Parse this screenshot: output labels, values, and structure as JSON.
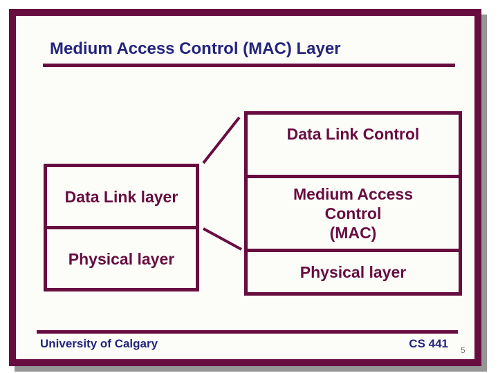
{
  "slide": {
    "title": "Medium Access Control (MAC) Layer",
    "diagram": {
      "left_box": {
        "sections": [
          "Data Link layer",
          "Physical layer"
        ]
      },
      "right_box": {
        "top_section": "Data Link Control",
        "middle_section_lines": [
          "Medium Access",
          "Control",
          "(MAC)"
        ],
        "bottom_section": "Physical layer"
      }
    },
    "footer": {
      "institution": "University of Calgary",
      "course": "CS 441",
      "page_number": "5"
    },
    "colors": {
      "maroon": "#670d40",
      "navy": "#24247c",
      "shadow": "#959595",
      "slide-bg": "#fcfcf9"
    }
  }
}
